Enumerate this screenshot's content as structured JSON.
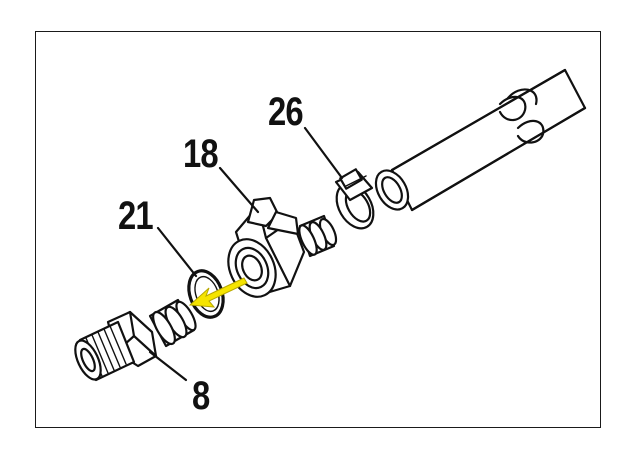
{
  "labels": {
    "part_26": "26",
    "part_18": "18",
    "part_21": "21",
    "part_8": "8"
  },
  "colors": {
    "arrow": "#f5e400",
    "line": "#111111",
    "frame": "#1a1a1a"
  },
  "icons": [
    "assembly-arrow-icon"
  ]
}
